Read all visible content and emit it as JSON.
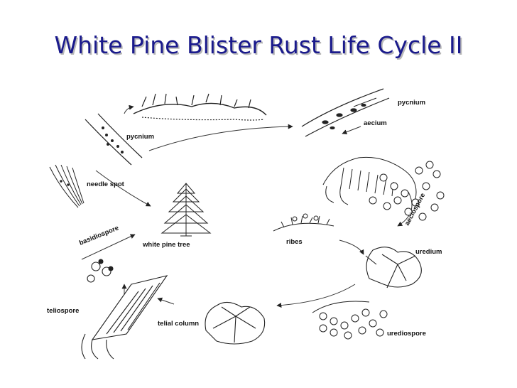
{
  "slide": {
    "title": "White Pine Blister Rust Life Cycle II",
    "title_color": "#1a1a8c"
  },
  "labels": {
    "pycnium_top": "pycnium",
    "aecium": "aecium",
    "pycnium_left": "pycnium",
    "needle_spot": "needle spot",
    "aeciospore": "aeciospore",
    "basidiospore": "basidiospore",
    "white_pine_tree": "white pine tree",
    "ribes": "ribes",
    "uredium": "uredium",
    "teliospore": "teliospore",
    "telial_column": "telial column",
    "urediospore": "urediospore"
  }
}
